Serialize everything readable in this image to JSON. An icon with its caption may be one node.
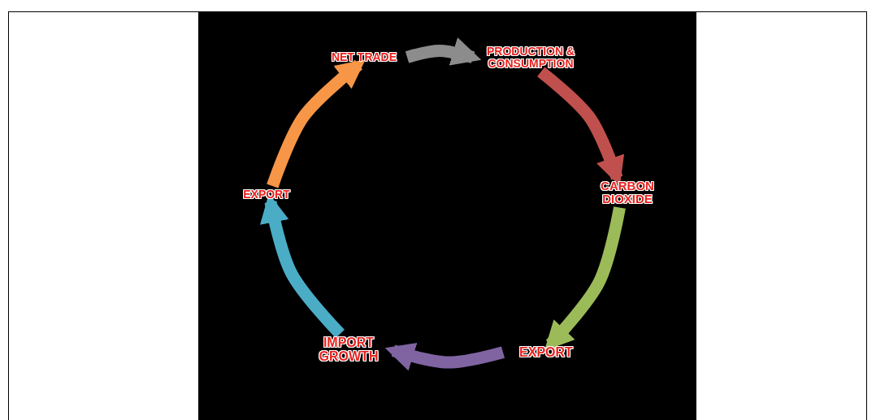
{
  "diagram": {
    "nodes": [
      {
        "text": [
          "NET TRADE"
        ]
      },
      {
        "text": [
          "PRODUCTION & CONSUMPTION"
        ]
      },
      {
        "text": [
          "CARBON DIOXIDE"
        ]
      },
      {
        "text": [
          "EXPORT"
        ]
      },
      {
        "text": [
          "IMPORT GROWTH"
        ]
      },
      {
        "text": [
          "EXPORT"
        ]
      }
    ],
    "edges": [
      {
        "from": 0,
        "to": 1,
        "arrow": "to",
        "color": "#8c8c8c"
      },
      {
        "from": 1,
        "to": 2,
        "arrow": "to",
        "color": "#c0504d"
      },
      {
        "from": 2,
        "to": 3,
        "arrow": "to",
        "color": "#9bbb59"
      },
      {
        "from": 3,
        "to": 4,
        "arrow": "to",
        "color": "#8064a2"
      },
      {
        "from": 4,
        "to": 5,
        "arrow": "to",
        "color": "#4bacc6"
      },
      {
        "from": 5,
        "to": 0,
        "arrow": "to",
        "color": "#f79646"
      }
    ]
  }
}
